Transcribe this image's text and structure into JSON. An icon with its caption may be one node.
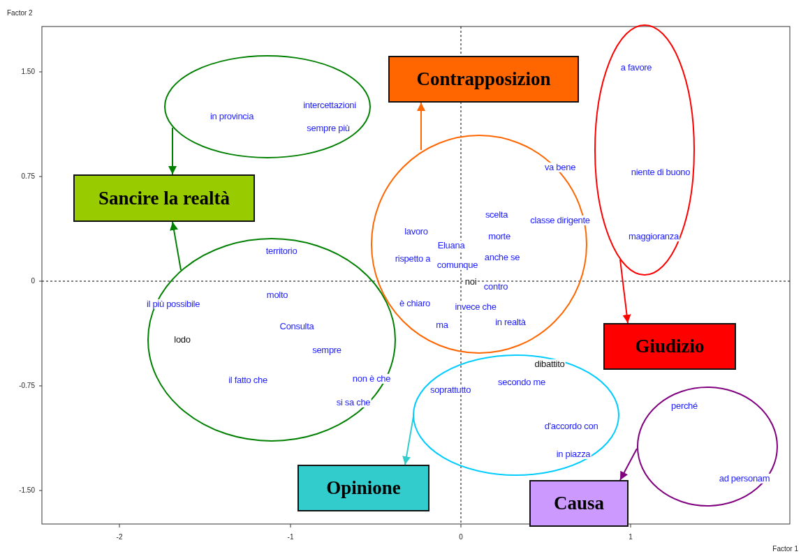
{
  "diagram": {
    "nodes": [
      {
        "text": [
          "in provincia",
          "intercettazioni",
          "sempre più"
        ]
      },
      {
        "text": [
          "Sancire la realtà"
        ]
      },
      {
        "text": [
          "territorio",
          "il più possibile",
          "molto",
          "lodo",
          "Consulta",
          "sempre",
          "il fatto che",
          "non è che",
          "si sa che"
        ]
      },
      {
        "text": [
          "Contrapposizion"
        ]
      },
      {
        "text": [
          "va bene",
          "scelta",
          "classe dirigente",
          "lavoro",
          "morte",
          "Eluana",
          "rispetto a",
          "anche se",
          "comunque",
          "noi",
          "contro",
          "è chiaro",
          "invece che",
          "ma",
          "in realtà"
        ]
      },
      {
        "text": [
          "a favore",
          "niente di buono",
          "maggioranza"
        ]
      },
      {
        "text": [
          "Giudizio"
        ]
      },
      {
        "text": [
          "dibattito",
          "secondo me",
          "soprattutto",
          "d'accordo con",
          "in piazza"
        ]
      },
      {
        "text": [
          "Opinione"
        ]
      },
      {
        "text": [
          "perché",
          "ad personam"
        ]
      },
      {
        "text": [
          "Causa"
        ]
      }
    ],
    "edges": [
      {
        "from": 0,
        "to": 1,
        "arrow": "to",
        "color": "#008000"
      },
      {
        "from": 2,
        "to": 1,
        "arrow": "to",
        "color": "#008000"
      },
      {
        "from": 4,
        "to": 3,
        "arrow": "to",
        "color": "#ff6600"
      },
      {
        "from": 5,
        "to": 6,
        "arrow": "to",
        "color": "#ff0000"
      },
      {
        "from": 7,
        "to": 8,
        "arrow": "to",
        "color": "#33cccc"
      },
      {
        "from": 9,
        "to": 10,
        "arrow": "to",
        "color": "#800080"
      }
    ],
    "labels": [
      "Factor 2",
      "1.50",
      "0.75",
      "0",
      "-0.75",
      "-1.50",
      "-2",
      "-1",
      "0",
      "1",
      "Factor 1"
    ]
  }
}
